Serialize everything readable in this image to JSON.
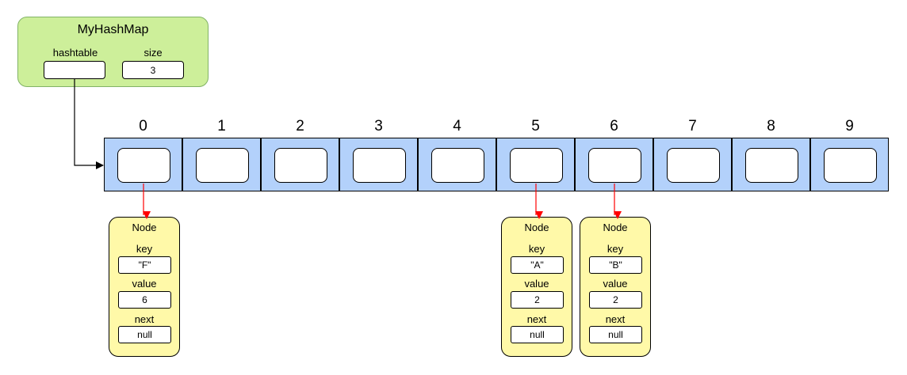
{
  "hashmap": {
    "title": "MyHashMap",
    "fields": {
      "hashtable_label": "hashtable",
      "hashtable_value": "",
      "size_label": "size",
      "size_value": "3"
    }
  },
  "table": {
    "indices": [
      "0",
      "1",
      "2",
      "3",
      "4",
      "5",
      "6",
      "7",
      "8",
      "9"
    ]
  },
  "nodes": [
    {
      "slot_index": 0,
      "title": "Node",
      "key_label": "key",
      "key": "\"F\"",
      "value_label": "value",
      "value": "6",
      "next_label": "next",
      "next": "null"
    },
    {
      "slot_index": 5,
      "title": "Node",
      "key_label": "key",
      "key": "\"A\"",
      "value_label": "value",
      "value": "2",
      "next_label": "next",
      "next": "null"
    },
    {
      "slot_index": 6,
      "title": "Node",
      "key_label": "key",
      "key": "\"B\"",
      "value_label": "value",
      "value": "2",
      "next_label": "next",
      "next": "null"
    }
  ],
  "colors": {
    "hashmap_fill": "#cdef9a",
    "table_fill": "#b3d1fb",
    "node_fill": "#fff9a8",
    "pointer_arrow": "#ff0000",
    "reference_arrow": "#000000"
  }
}
